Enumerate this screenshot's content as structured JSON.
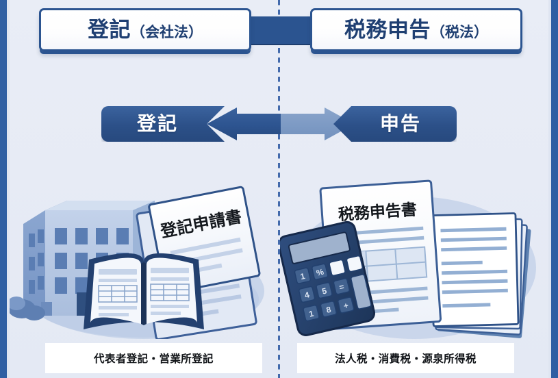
{
  "meta": {
    "diagram_title": "登記と税務申告の比較"
  },
  "headers": {
    "left": {
      "main": "登記",
      "sub": "（会社法）"
    },
    "right": {
      "main": "税務申告",
      "sub": "（税法）"
    }
  },
  "flow": {
    "left_label": "登記",
    "right_label": "申告",
    "arrow_left_color": "#2d5490",
    "arrow_right_color": "#7d9ac4"
  },
  "illustrations": {
    "left": {
      "document_title": "登記申請書",
      "items": [
        "office-building",
        "open-ledger-book",
        "registration-application-document"
      ]
    },
    "right": {
      "document_title": "税務申告書",
      "items": [
        "calculator",
        "tax-return-document",
        "document-stack"
      ],
      "calculator_keys": [
        "1",
        "%",
        "",
        "",
        "4",
        "5",
        "=",
        "1",
        "8",
        "+"
      ]
    }
  },
  "captions": {
    "left": "代表者登記・営業所登記",
    "right": "法人税・消費税・源泉所得税"
  },
  "colors": {
    "background": "#e7ebf5",
    "rail": "#2f5fa3",
    "primary_dark": "#2b5490",
    "primary_light": "#7d9ac4",
    "text_dark": "#1f3f72",
    "caption_text": "#111418"
  }
}
